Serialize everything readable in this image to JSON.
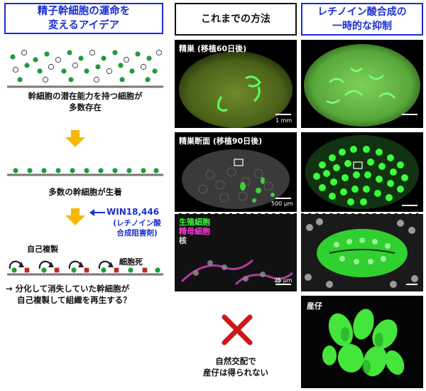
{
  "left": {
    "title_line1": "精子幹細胞の運命を",
    "title_line2": "変えるアイデア",
    "step1_line1": "幹細胞の潜在能力を持つ細胞が",
    "step1_line2": "多数存在",
    "step2": "多数の幹細胞が生着",
    "drug_name": "WIN18,446",
    "drug_desc_line1": "(レチノイン酸",
    "drug_desc_line2": "合成阻害剤)",
    "self_renewal": "自己複製",
    "cell_death": "細胞死",
    "conclusion_line1": "→ 分化して消失していた幹細胞が",
    "conclusion_line2": "自己複製して組織を再生する？"
  },
  "columns": {
    "conventional": "これまでの方法",
    "new_line1": "レチノイン酸合成の",
    "new_line2": "一時的な抑制"
  },
  "panels": {
    "testis_label": "精巣 (移植60日後)",
    "section_label": "精巣断面 (移植90日後)",
    "scale_1mm": "1 mm",
    "scale_500um": "500 μm",
    "scale_25um": "25 μm",
    "legend_germ": "生殖細胞",
    "legend_sertoli": "精母細胞",
    "legend_nucleus": "核",
    "offspring_label": "産仔",
    "no_offspring_line1": "自然交配で",
    "no_offspring_line2": "産仔は得られない"
  },
  "colors": {
    "accent_blue": "#1a2fd0",
    "arrow_yellow": "#f6b800",
    "cell_green": "#1f9d3a",
    "cross_red": "#cc1818",
    "magenta": "#ff3bd6",
    "fluor_green": "#3bff3b"
  }
}
